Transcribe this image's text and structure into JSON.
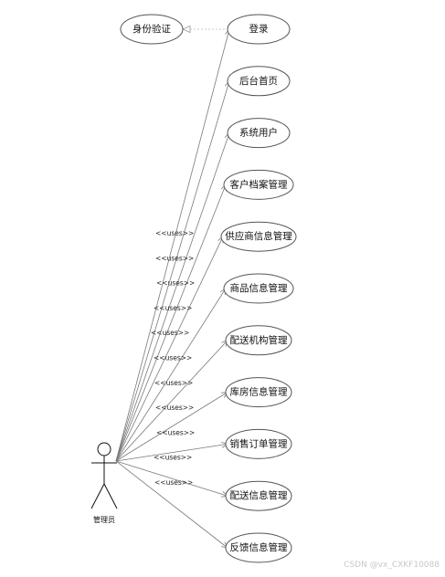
{
  "actor": {
    "label": "管理员"
  },
  "auth_case": {
    "label": "身份验证"
  },
  "use_cases": [
    {
      "id": "login",
      "label": "登录",
      "stereotype": ""
    },
    {
      "id": "dashboard",
      "label": "后台首页",
      "stereotype": ""
    },
    {
      "id": "system-users",
      "label": "系统用户",
      "stereotype": ""
    },
    {
      "id": "customer-archive",
      "label": "客户档案管理",
      "stereotype": ""
    },
    {
      "id": "supplier",
      "label": "供应商信息管理",
      "stereotype": "<<uses>>"
    },
    {
      "id": "product",
      "label": "商品信息管理",
      "stereotype": "<<uses>>"
    },
    {
      "id": "delivery-org",
      "label": "配送机构管理",
      "stereotype": "<<uses>>"
    },
    {
      "id": "warehouse",
      "label": "库房信息管理",
      "stereotype": "<<uses>>"
    },
    {
      "id": "sales-order",
      "label": "销售订单管理",
      "stereotype": "<<uses>>"
    },
    {
      "id": "delivery-info",
      "label": "配送信息管理",
      "stereotype": "<<uses>>"
    },
    {
      "id": "feedback",
      "label": "反馈信息管理",
      "stereotype": "<<uses>>"
    }
  ],
  "extra_stereotypes": [
    "<<uses>>",
    "<<uses>>",
    "<<uses>>",
    "<<uses>>"
  ],
  "watermark": "CSDN @vx_CXKF10088"
}
